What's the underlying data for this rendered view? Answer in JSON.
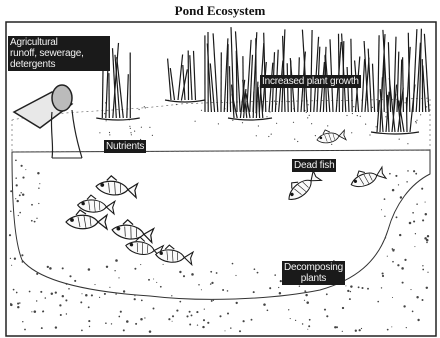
{
  "title": "Pond Ecosystem",
  "labels": {
    "runoff": "Agricultural\nrunoff, sewerage,\ndetergents",
    "plant_growth": "Increased plant growth",
    "nutrients": "Nutrients",
    "dead_fish": "Dead fish",
    "decomposing": "Decomposing\nplants"
  }
}
